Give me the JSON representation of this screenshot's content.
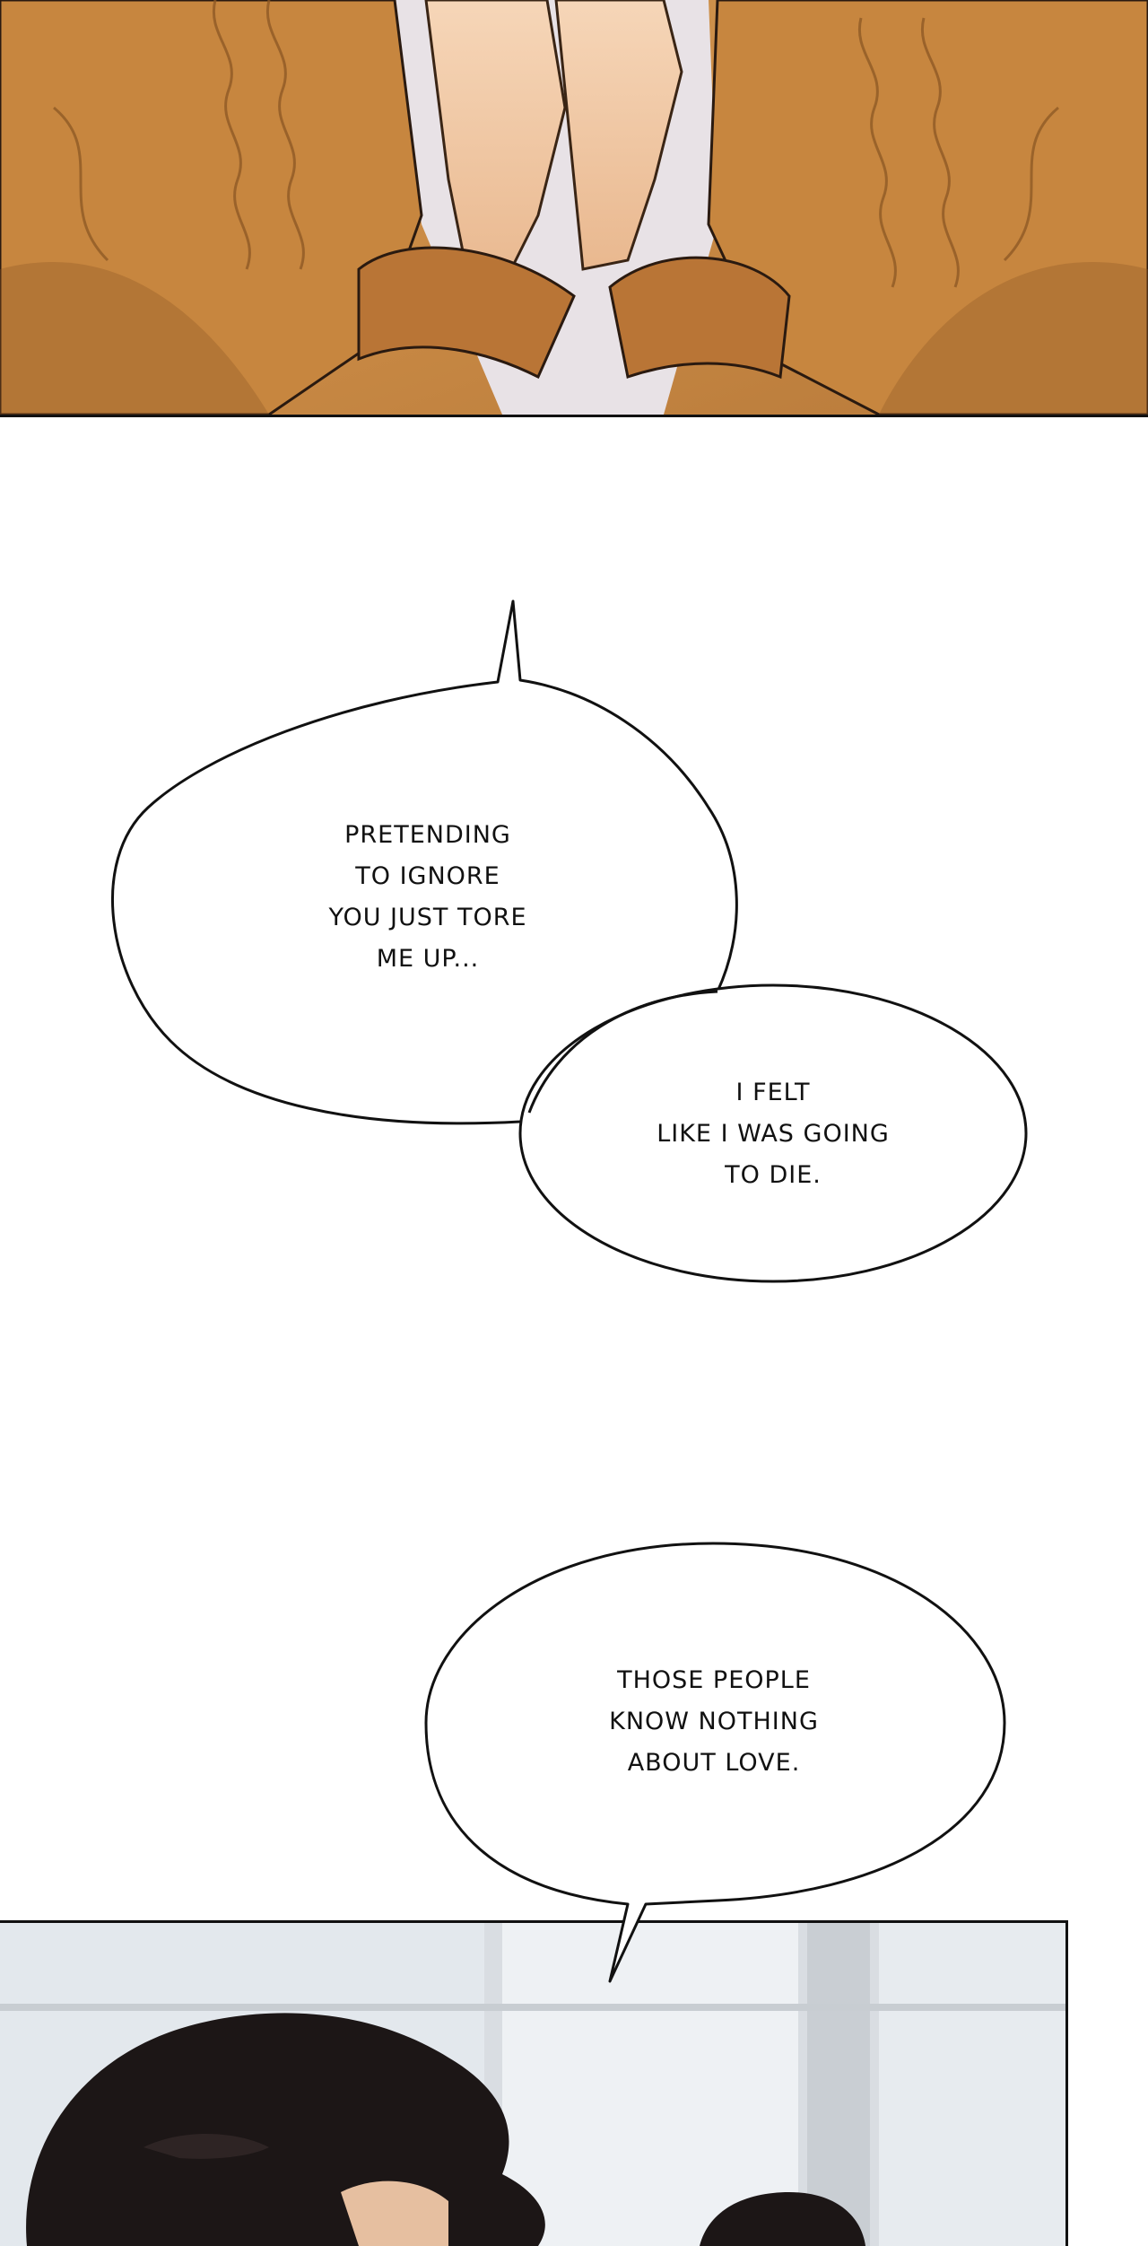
{
  "bubbles": {
    "b1": [
      "PRETENDING",
      "TO IGNORE",
      "YOU JUST TORE",
      "ME UP..."
    ],
    "b2": [
      "I FELT",
      "LIKE I WAS GOING",
      "TO DIE."
    ],
    "b3": [
      "THOSE PEOPLE",
      "KNOW NOTHING",
      "ABOUT LOVE."
    ]
  },
  "colors": {
    "sweater": "#c98a45",
    "sweater_shadow": "#8f5a26",
    "skin": "#f0c7a3",
    "hair": "#1c1616",
    "office_bg": "#d9dde2",
    "outline": "#111111"
  }
}
